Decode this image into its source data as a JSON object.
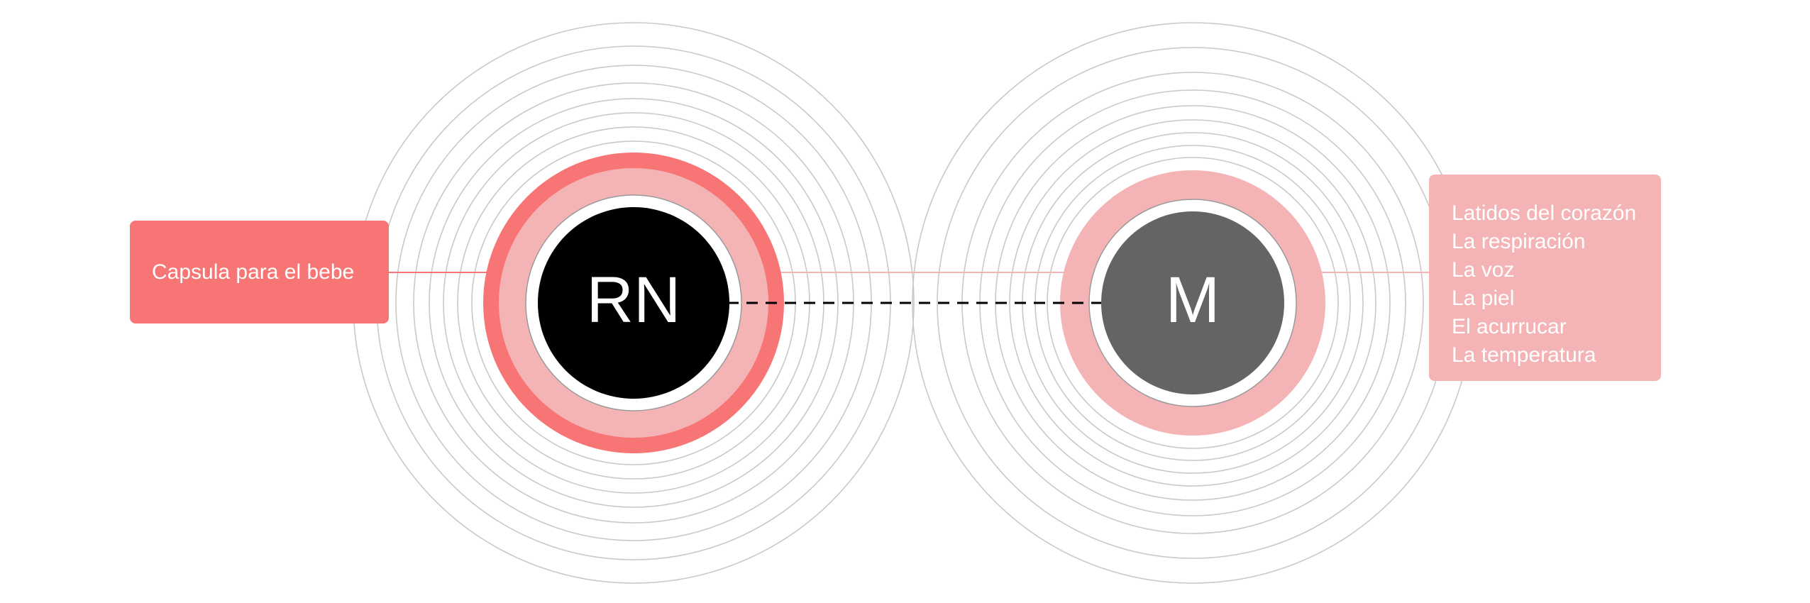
{
  "nodes": {
    "newborn": {
      "label": "RN"
    },
    "mother": {
      "label": "M"
    }
  },
  "capsule": {
    "label": "Capsula para el bebe"
  },
  "senses": {
    "items": [
      "Latidos del corazón",
      "La respiración",
      "La voz",
      "La piel",
      "El acurrucar",
      "La temperatura"
    ]
  },
  "colors": {
    "coral": "#f87575",
    "light_pink": "#f4b4b5",
    "newborn_core": "#000000",
    "mother_core": "#656364",
    "ring_gray": "#c9c9c9",
    "dashed_link": "#000000",
    "background": "#ffffff"
  }
}
